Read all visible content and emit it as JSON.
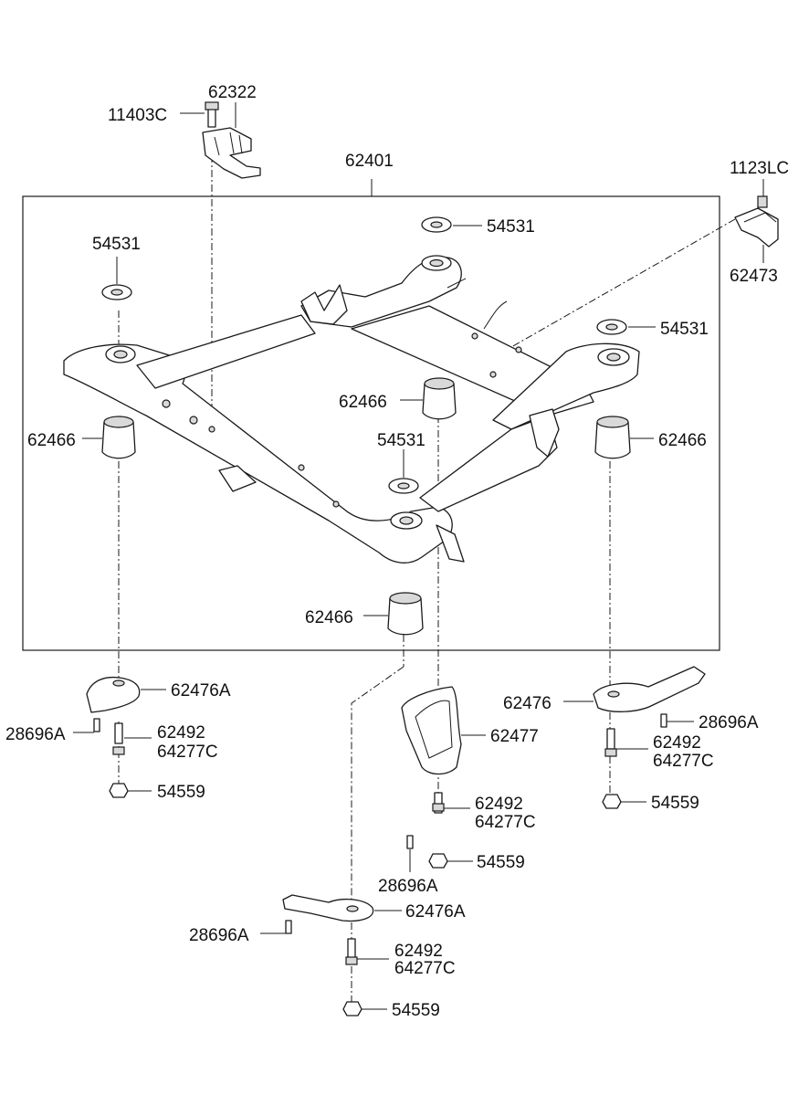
{
  "callouts": {
    "p11403C": "11403C",
    "p62322": "62322",
    "p62401": "62401",
    "p1123LC": "1123LC",
    "p62473": "62473",
    "p54531_a": "54531",
    "p54531_b": "54531",
    "p54531_c": "54531",
    "p54531_d": "54531",
    "p62466_a": "62466",
    "p62466_b": "62466",
    "p62466_c": "62466",
    "p62466_d": "62466",
    "p62476A_a": "62476A",
    "p62476A_b": "62476A",
    "p62476": "62476",
    "p62477": "62477",
    "p28696A_a": "28696A",
    "p28696A_b": "28696A",
    "p28696A_c": "28696A",
    "p28696A_d": "28696A",
    "p62492_a": "62492",
    "p62492_b": "62492",
    "p62492_c": "62492",
    "p62492_d": "62492",
    "p64277C_a": "64277C",
    "p64277C_b": "64277C",
    "p64277C_c": "64277C",
    "p64277C_d": "64277C",
    "p54559_a": "54559",
    "p54559_b": "54559",
    "p54559_c": "54559",
    "p54559_d": "54559"
  }
}
